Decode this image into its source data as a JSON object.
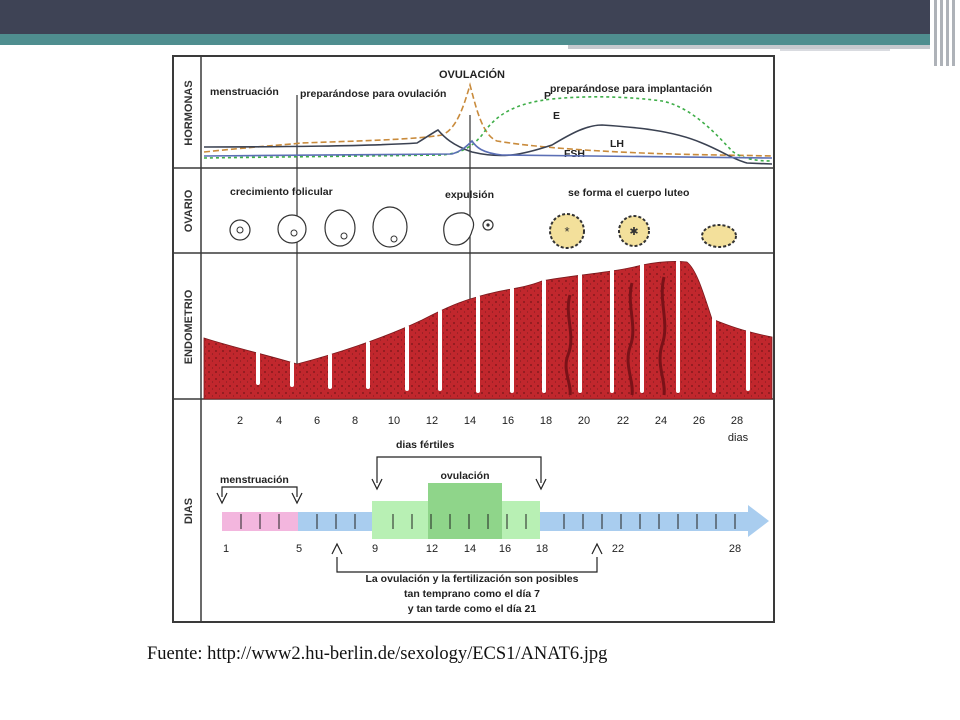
{
  "colors": {
    "frame": "#3a3a3a",
    "endometrium": "#c1272d",
    "estrogen": "#c98b3c",
    "progesterone": "#3fae49",
    "lh": "#3b4252",
    "fsh": "#5b6fb5",
    "menstruation_bar": "#f3b6de",
    "cycle_bar": "#a9cdef",
    "fertile_bar": "#b8f0b4",
    "ovulation_bar": "#8fd58a",
    "top_bar": "#3e4355",
    "teal_band": "#4f8e8f"
  },
  "sections": {
    "hormonas": "HORMONAS",
    "ovario": "OVARIO",
    "endometrio": "ENDOMETRIO",
    "dias": "DIAS"
  },
  "hormones": {
    "menstruacion": "menstruación",
    "preparando_ovulacion": "preparándose para ovulación",
    "ovulacion": "OVULACIÓN",
    "preparando_implantacion": "preparándose para implantación",
    "p": "P",
    "e": "E",
    "lh": "LH",
    "fsh": "FSH"
  },
  "ovary": {
    "crecimiento": "crecimiento folicular",
    "expulsion": "expulsión",
    "cuerpo_luteo": "se forma el cuerpo luteo"
  },
  "day_axis": {
    "ticks": [
      "2",
      "4",
      "6",
      "8",
      "10",
      "12",
      "14",
      "16",
      "18",
      "20",
      "22",
      "24",
      "26",
      "28"
    ],
    "unit": "dias"
  },
  "days": {
    "dias_fertiles": "dias fértiles",
    "ovulacion": "ovulación",
    "menstruacion": "menstruación",
    "bar_labels": [
      "1",
      "5",
      "9",
      "12",
      "14",
      "16",
      "18",
      "22",
      "28"
    ],
    "note_lines": [
      "La ovulación y la fertilización son posibles",
      "tan temprano como el día 7",
      "y tan tarde como el día 21"
    ]
  },
  "caption": "Fuente: http://www2.hu-berlin.de/sexology/ECS1/ANAT6.jpg"
}
